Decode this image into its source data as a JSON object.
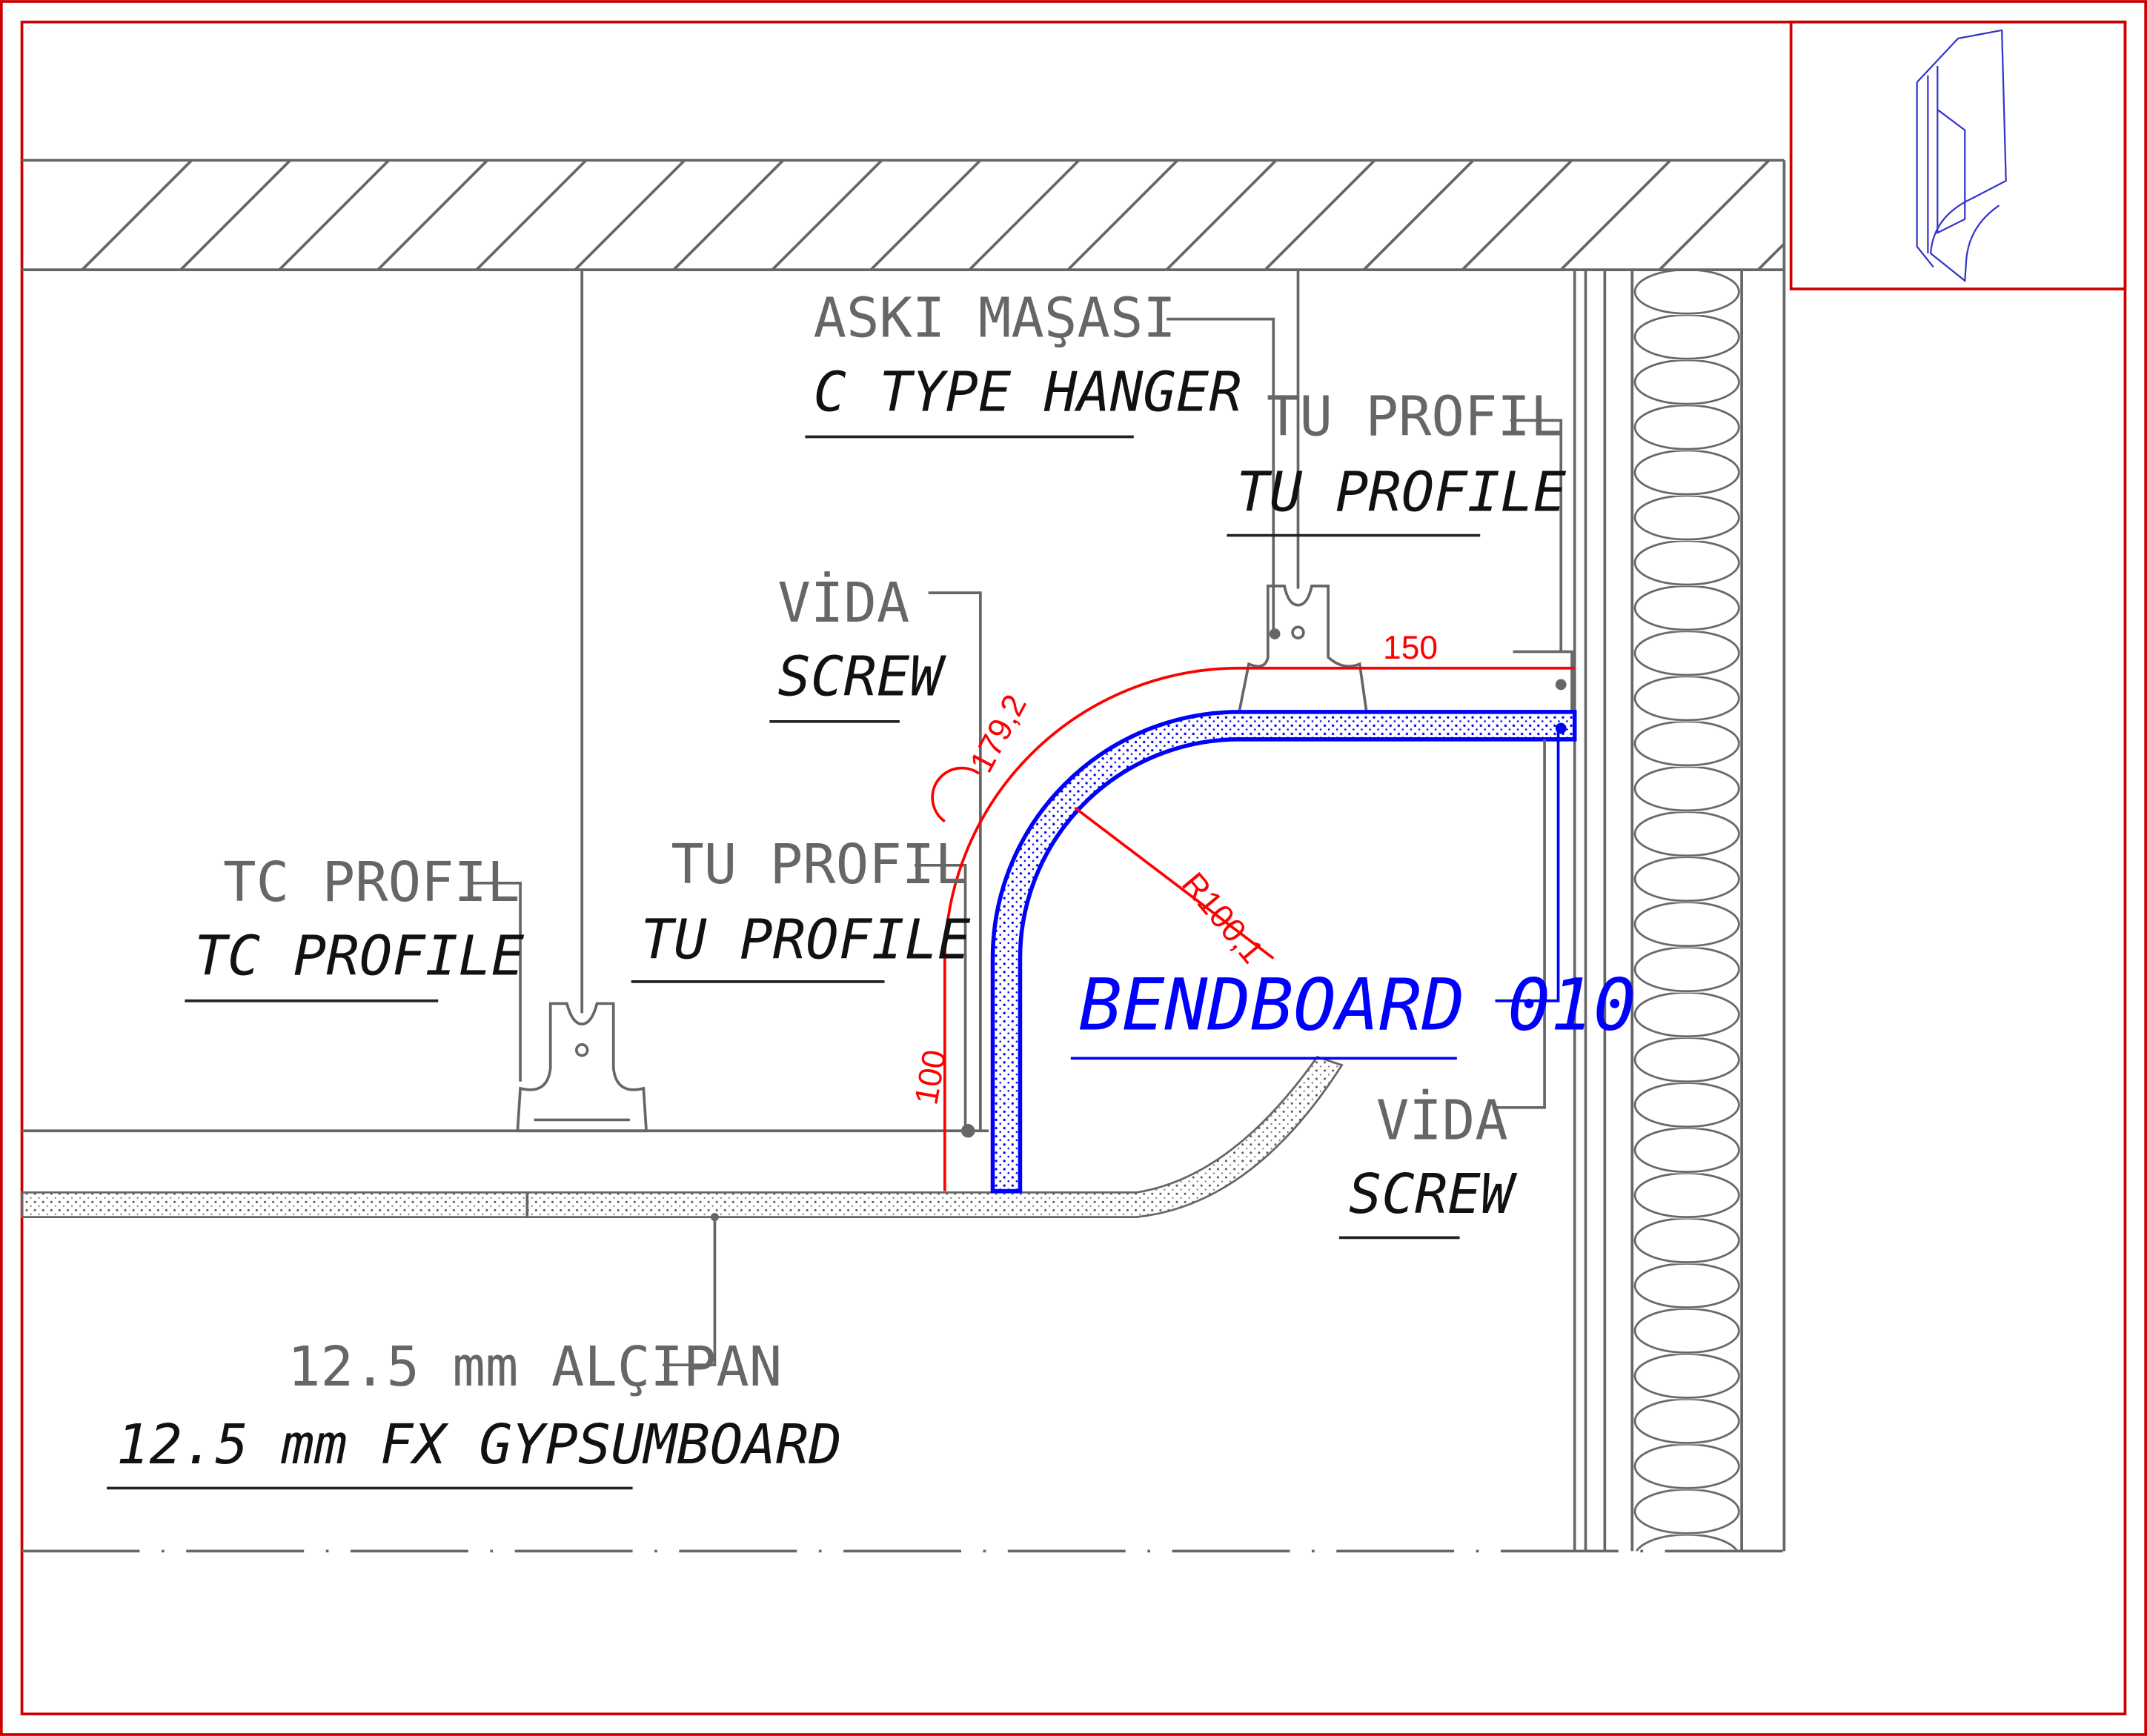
{
  "colors": {
    "frame": "#cc0000",
    "bendboard": "#0000ff",
    "dimension": "#ff0000",
    "linework": "#666666"
  },
  "labels": {
    "hanger_tr": "ASKI MAŞASI",
    "hanger_en": "C TYPE HANGER",
    "tu_top_tr": "TU PROFIL",
    "tu_top_en": "TU PROFILE",
    "screw_top_tr": "VİDA",
    "screw_top_en": "SCREW",
    "tu_left_tr": "TU PROFIL",
    "tu_left_en": "TU PROFILE",
    "tc_tr": "TC PROFIL",
    "tc_en": "TC PROFILE",
    "bendboard": "BENDBOARD 010",
    "screw_right_tr": "VİDA",
    "screw_right_en": "SCREW",
    "gypsum_tr": "12.5 mm ALÇIPAN",
    "gypsum_en": "12.5 mm FX GYPSUMBOARD"
  },
  "dimensions": {
    "arc_length": "179,2",
    "radius": "R100,1",
    "horizontal": "150",
    "vertical": "100"
  }
}
